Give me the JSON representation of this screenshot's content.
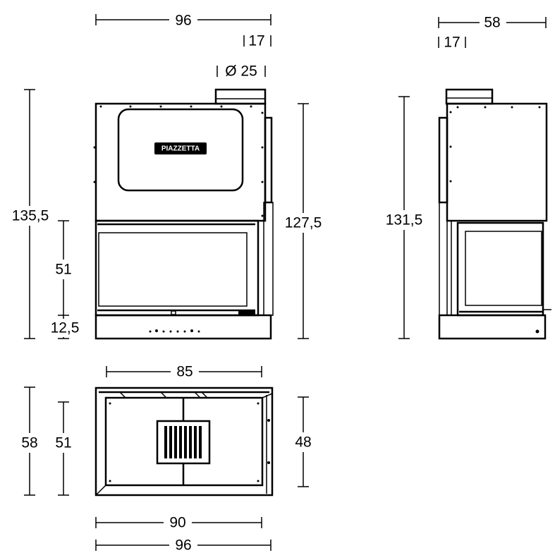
{
  "logo_text": "PIAZZETTA",
  "front_view": {
    "width_total": "96",
    "chimney_offset": "17",
    "chimney_diameter": "Ø 25",
    "height_total": "135,5",
    "firebox_height": "51",
    "base_height": "12,5",
    "height_right": "127,5"
  },
  "side_view": {
    "depth_total": "58",
    "chimney_offset": "17",
    "height_total": "131,5"
  },
  "top_view": {
    "firebox_width": "85",
    "depth_total": "58",
    "depth_inner": "51",
    "depth_right": "48",
    "width_inner": "90",
    "width_total": "96"
  },
  "colors": {
    "line": "#000000",
    "background": "#ffffff"
  }
}
